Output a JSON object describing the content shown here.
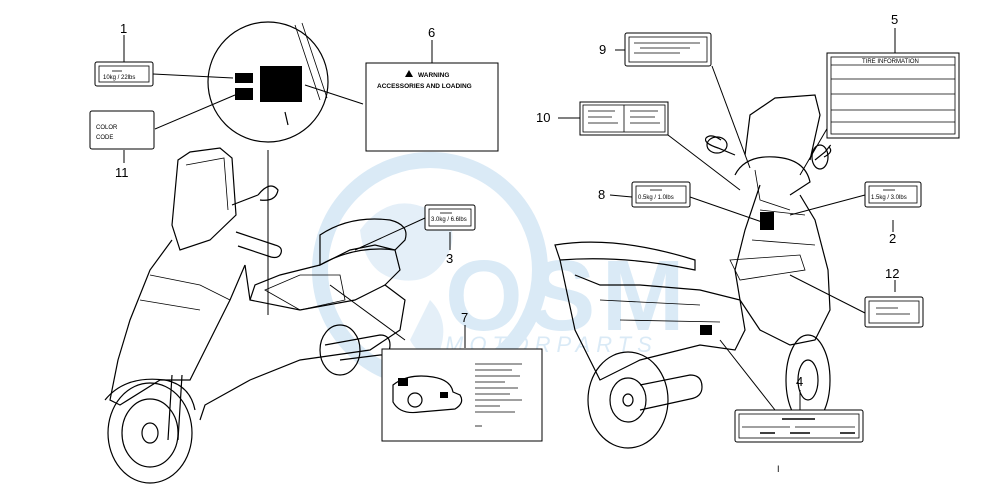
{
  "callouts": {
    "c1": "1",
    "c2": "2",
    "c3": "3",
    "c4": "4",
    "c5": "5",
    "c6": "6",
    "c7": "7",
    "c8": "8",
    "c9": "9",
    "c10": "10",
    "c11": "11",
    "c12": "12"
  },
  "labels": {
    "load_front": "10kg / 22lbs",
    "load_seat": "3.0kg / 6.6lbs",
    "load_pocket_left": "0.5kg / 1.0lbs",
    "load_pocket_right": "1.5kg / 3.0lbs",
    "warning_line1": "WARNING",
    "warning_line2": "ACCESSORIES AND LOADING",
    "color_line1": "COLOR",
    "color_line2": "CODE",
    "tire_title": "TIRE INFORMATION"
  },
  "watermark": {
    "logo_text": "OSM",
    "sub_text": "MOTORPARTS",
    "color": "#bcd9ef"
  },
  "footer_mark": "I"
}
